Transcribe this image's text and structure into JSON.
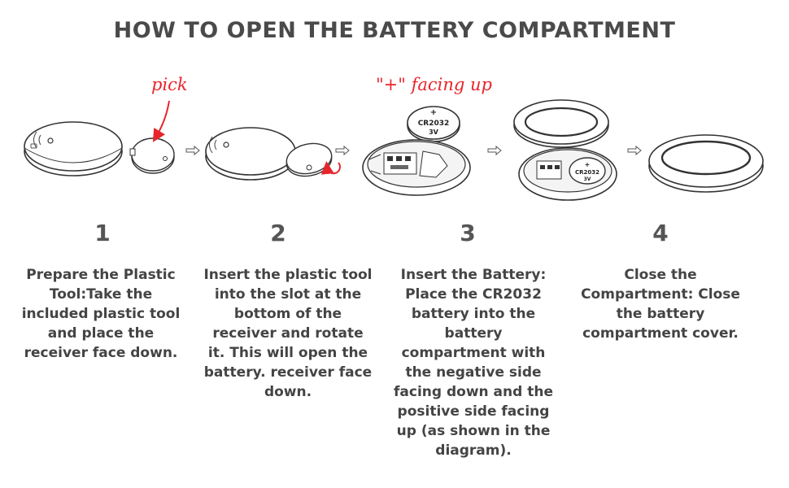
{
  "title": "HOW TO OPEN THE BATTERY COMPARTMENT",
  "annotations": {
    "pick": "pick",
    "facing_up": "\"+\" facing up",
    "battery_plus": "+",
    "battery_model": "CR2032",
    "battery_voltage": "3V"
  },
  "accent_color": "#e8252b",
  "steps": [
    {
      "number": "1",
      "text": "Prepare the Plastic Tool:Take the included plastic tool and place the receiver face down."
    },
    {
      "number": "2",
      "text": "Insert the plastic tool into the slot at the bottom of the receiver and rotate it. This will open the battery.  receiver face down."
    },
    {
      "number": "3",
      "text": "Insert the Battery: Place the CR2032 battery into the battery compartment with the negative side facing down and the positive side facing up (as shown in the diagram)."
    },
    {
      "number": "4",
      "text": "Close the Compartment: Close the battery compartment cover."
    }
  ]
}
